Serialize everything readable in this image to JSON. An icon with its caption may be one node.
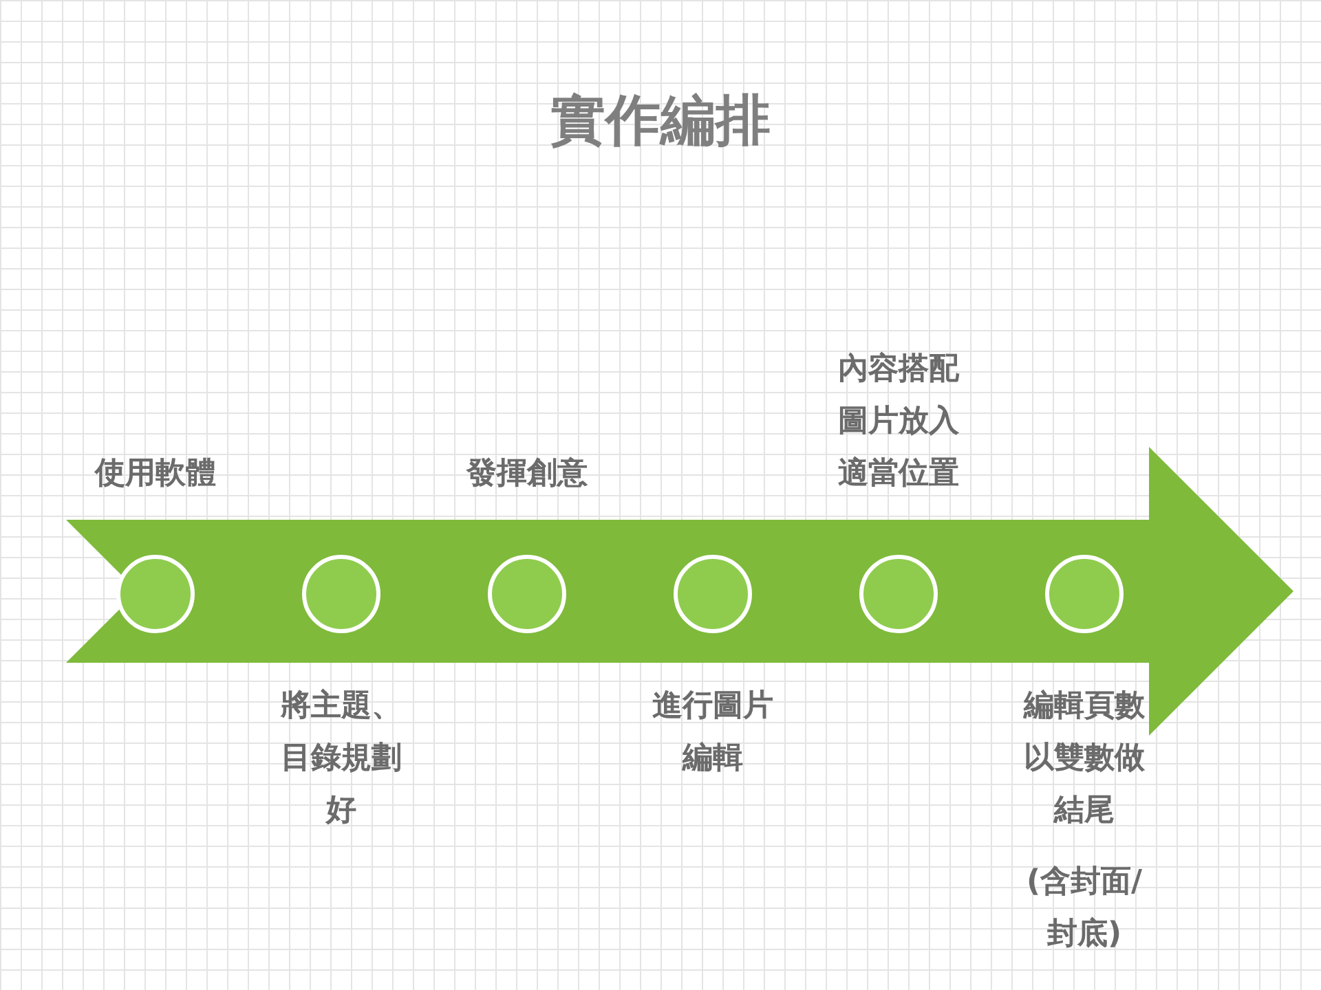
{
  "diagram": {
    "title": "實作編排",
    "nodes": [
      {
        "text": [],
        "shape": "arrow"
      },
      {
        "text": [],
        "shape": "circle",
        "in": 0,
        "beside": [
          "使用軟體"
        ]
      },
      {
        "text": [],
        "shape": "circle",
        "in": 0,
        "beside": [
          "將主題、目錄規劃好"
        ]
      },
      {
        "text": [],
        "shape": "circle",
        "in": 0,
        "beside": [
          "發揮創意"
        ]
      },
      {
        "text": [],
        "shape": "circle",
        "in": 0,
        "beside": [
          "進行圖片編輯"
        ]
      },
      {
        "text": [],
        "shape": "circle",
        "in": 0,
        "beside": [
          "內容搭配圖片放入適當位置"
        ]
      },
      {
        "text": [],
        "shape": "circle",
        "in": 0,
        "beside": [
          "編輯頁數以雙數做結尾",
          "(含封面/封底)"
        ]
      }
    ]
  }
}
